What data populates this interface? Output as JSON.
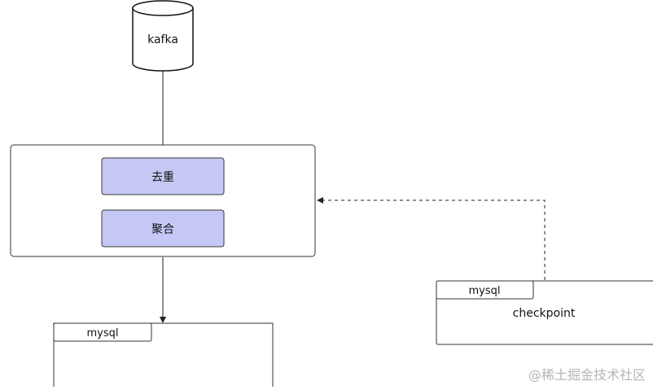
{
  "diagram": {
    "source": {
      "label": "kafka"
    },
    "processor": {
      "steps": [
        {
          "label": "去重"
        },
        {
          "label": "聚合"
        }
      ]
    },
    "sink": {
      "tab_label": "mysql"
    },
    "checkpoint_store": {
      "tab_label": "mysql",
      "label": "checkpoint"
    }
  },
  "watermark": "@稀土掘金技术社区",
  "colors": {
    "step_fill": "#c5c8f4",
    "step_stroke": "#3a3a3a",
    "line": "#222222",
    "watermark": "#b5b5b5"
  }
}
